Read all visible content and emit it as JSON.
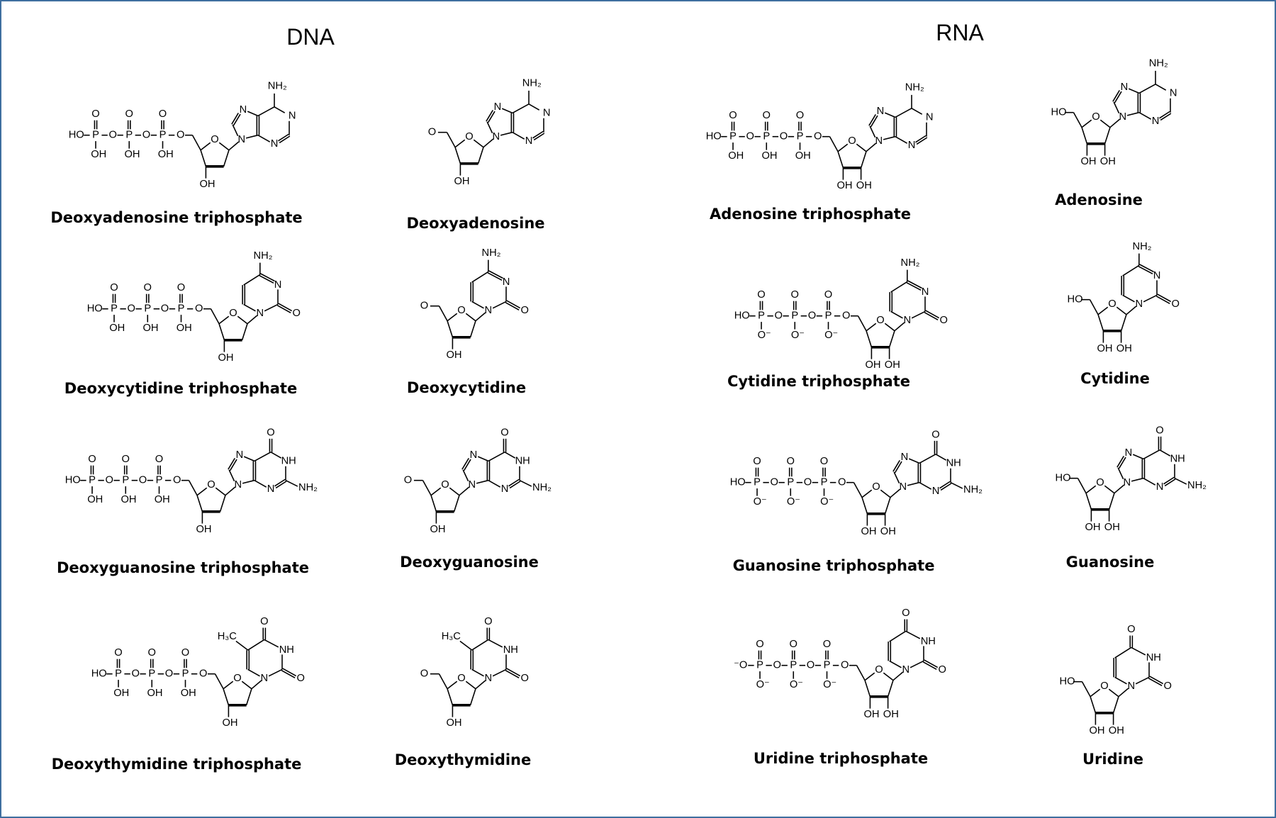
{
  "titles": {
    "dna": "DNA",
    "rna": "RNA"
  },
  "atoms": {
    "nh2": "NH₂",
    "oh": "OH",
    "ho": "HO",
    "o": "O",
    "n": "N",
    "nh": "NH",
    "h3c": "H₃C",
    "p": "P",
    "ominus": "O⁻",
    "minuso": "⁻O"
  },
  "molecules": [
    {
      "key": "dATP",
      "label": "Deoxyadenosine triphosphate",
      "base": "A",
      "sugar": "deoxy",
      "phos": "OH"
    },
    {
      "key": "dA",
      "label": "Deoxyadenosine",
      "base": "A",
      "sugar": "deoxy",
      "phos": "none"
    },
    {
      "key": "dCTP",
      "label": "Deoxycytidine triphosphate",
      "base": "C",
      "sugar": "deoxy",
      "phos": "OH"
    },
    {
      "key": "dC",
      "label": "Deoxycytidine",
      "base": "C",
      "sugar": "deoxy",
      "phos": "none"
    },
    {
      "key": "dGTP",
      "label": "Deoxyguanosine triphosphate",
      "base": "G",
      "sugar": "deoxy",
      "phos": "OH"
    },
    {
      "key": "dG",
      "label": "Deoxyguanosine",
      "base": "G",
      "sugar": "deoxy",
      "phos": "none"
    },
    {
      "key": "dTTP",
      "label": "Deoxythymidine triphosphate",
      "base": "T",
      "sugar": "deoxy",
      "phos": "OH"
    },
    {
      "key": "dT",
      "label": "Deoxythymidine",
      "base": "T",
      "sugar": "deoxy",
      "phos": "none"
    },
    {
      "key": "ATP",
      "label": "Adenosine triphosphate",
      "base": "A",
      "sugar": "ribo",
      "phos": "OH"
    },
    {
      "key": "A",
      "label": "Adenosine",
      "base": "A",
      "sugar": "ribo",
      "phos": "none"
    },
    {
      "key": "CTP",
      "label": "Cytidine triphosphate",
      "base": "C",
      "sugar": "ribo",
      "phos": "ion"
    },
    {
      "key": "C",
      "label": "Cytidine",
      "base": "C",
      "sugar": "ribo",
      "phos": "none"
    },
    {
      "key": "GTP",
      "label": "Guanosine triphosphate",
      "base": "G",
      "sugar": "ribo",
      "phos": "ion"
    },
    {
      "key": "G",
      "label": "Guanosine",
      "base": "G",
      "sugar": "ribo",
      "phos": "none"
    },
    {
      "key": "UTP",
      "label": "Uridine triphosphate",
      "base": "U",
      "sugar": "ribo",
      "phos": "ion3"
    },
    {
      "key": "U",
      "label": "Uridine",
      "base": "U",
      "sugar": "ribo",
      "phos": "none"
    }
  ]
}
